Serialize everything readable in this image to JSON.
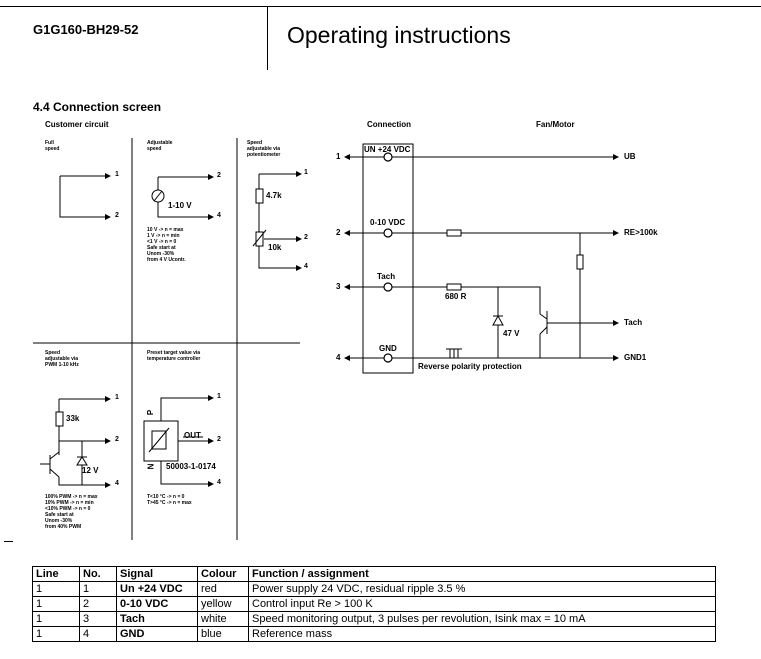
{
  "header": {
    "model": "G1G160-BH29-52",
    "title": "Operating instructions"
  },
  "section_title": "4.4 Connection screen",
  "customer_circuit": {
    "heading": "Customer circuit",
    "full_speed": {
      "label": [
        "Full",
        "speed"
      ],
      "terminals": [
        "1",
        "2"
      ]
    },
    "adjustable_speed": {
      "label": [
        "Adjustable",
        "speed"
      ],
      "source_label": "1-10 V",
      "terminals": [
        "2",
        "4"
      ],
      "notes": [
        "10 V -> n = max",
        "1 V -> n = min",
        "<1 V -> n = 0",
        "Safe start at",
        "Unom -30%",
        "from 4 V Ucontr."
      ]
    },
    "potentiometer": {
      "label": [
        "Speed",
        "adjustable via",
        "potentiometer"
      ],
      "r1": "4.7k",
      "r2": "10k",
      "terminals": [
        "1",
        "2",
        "4"
      ]
    },
    "pwm": {
      "label": [
        "Speed",
        "adjustable via",
        "PWM 1-10 kHz"
      ],
      "resistor": "33k",
      "zener": "12 V",
      "terminals": [
        "1",
        "2",
        "4"
      ],
      "notes": [
        "100% PWM -> n = max",
        "10% PWM -> n = min",
        "<10% PWM -> n = 0",
        "Safe start at",
        "Unom -30%",
        "from 40% PWM"
      ]
    },
    "temperature": {
      "label": [
        "Preset target value via",
        "temperature controller"
      ],
      "pin_p": "P",
      "pin_n": "N",
      "out_label": "OUT",
      "part_no": "50003-1-0174",
      "terminals": [
        "1",
        "2",
        "4"
      ],
      "notes": [
        "T<10 °C -> n = 0",
        "T>45 °C -> n = max"
      ]
    }
  },
  "connection_diagram": {
    "heading_connection": "Connection",
    "heading_motor": "Fan/Motor",
    "pins": [
      {
        "num": "1",
        "label": "UN +24 VDC",
        "out": "UB"
      },
      {
        "num": "2",
        "label": "0-10 VDC",
        "out": "RE>100k"
      },
      {
        "num": "3",
        "label": "Tach",
        "out": "Tach"
      },
      {
        "num": "4",
        "label": "GND",
        "out": "GND1"
      }
    ],
    "resistor_label": "680 R",
    "zener_label": "47 V",
    "protection_label": "Reverse polarity protection"
  },
  "table": {
    "headers": [
      "Line",
      "No.",
      "Signal",
      "Colour",
      "Function / assignment"
    ],
    "rows": [
      [
        "1",
        "1",
        "Un +24 VDC",
        "red",
        "Power supply 24 VDC, residual ripple 3.5 %"
      ],
      [
        "1",
        "2",
        "0-10 VDC",
        "yellow",
        "Control input Re > 100 K"
      ],
      [
        "1",
        "3",
        "Tach",
        "white",
        "Speed monitoring output, 3 pulses per revolution, Isink max = 10 mA"
      ],
      [
        "1",
        "4",
        "GND",
        "blue",
        "Reference mass"
      ]
    ]
  }
}
